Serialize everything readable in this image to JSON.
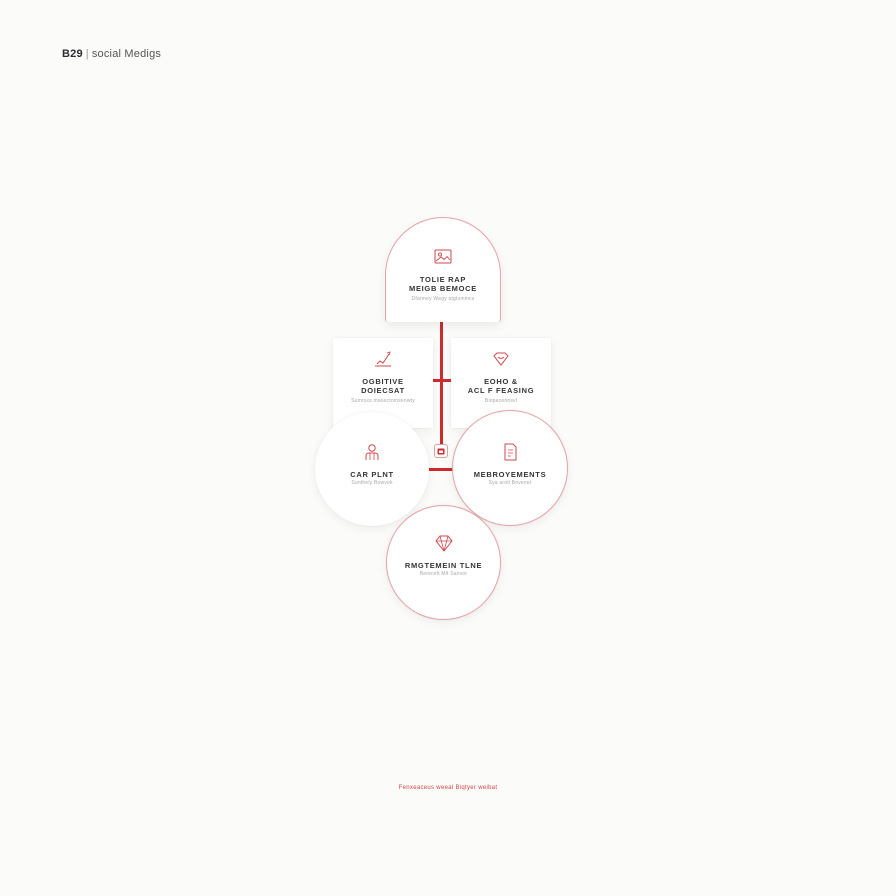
{
  "header": {
    "brand": "B29",
    "separator": "|",
    "subject": "social Medigs"
  },
  "colors": {
    "accent": "#cf2a2f",
    "outline": "#e6a3a6",
    "background": "#fbfbfa"
  },
  "nodes": {
    "top": {
      "icon": "image-icon",
      "title": "TOLIE RAP\nMEIGB BEMOCE",
      "subtitle": "Dfarmey Wegy atgtxmmcs"
    },
    "left_card": {
      "icon": "chart-pen-icon",
      "title": "OGBITIVE\nDOIECSAT",
      "subtitle": "Sumrsxs msoectomsenwty"
    },
    "right_card": {
      "icon": "heart-diamond-icon",
      "title": "EOHO &\nACL F FEASING",
      "subtitle": "Biopecenosvl"
    },
    "left_circle": {
      "icon": "person-icon",
      "title": "CAR PLNT",
      "subtitle": "Sunthely Bowvek"
    },
    "right_circle": {
      "icon": "document-icon",
      "title": "MEBROYEMENTS",
      "subtitle": "Sya aroit Bovenet"
    },
    "bottom_circle": {
      "icon": "diamond-icon",
      "title": "RMGTEMEIN TLNE",
      "subtitle": "Bereceh Mlt Sanvor"
    }
  },
  "hub": {
    "icon": "calendar-icon"
  },
  "footer": {
    "text": "Fenxeaceus weeal Biqtyer weibat"
  }
}
